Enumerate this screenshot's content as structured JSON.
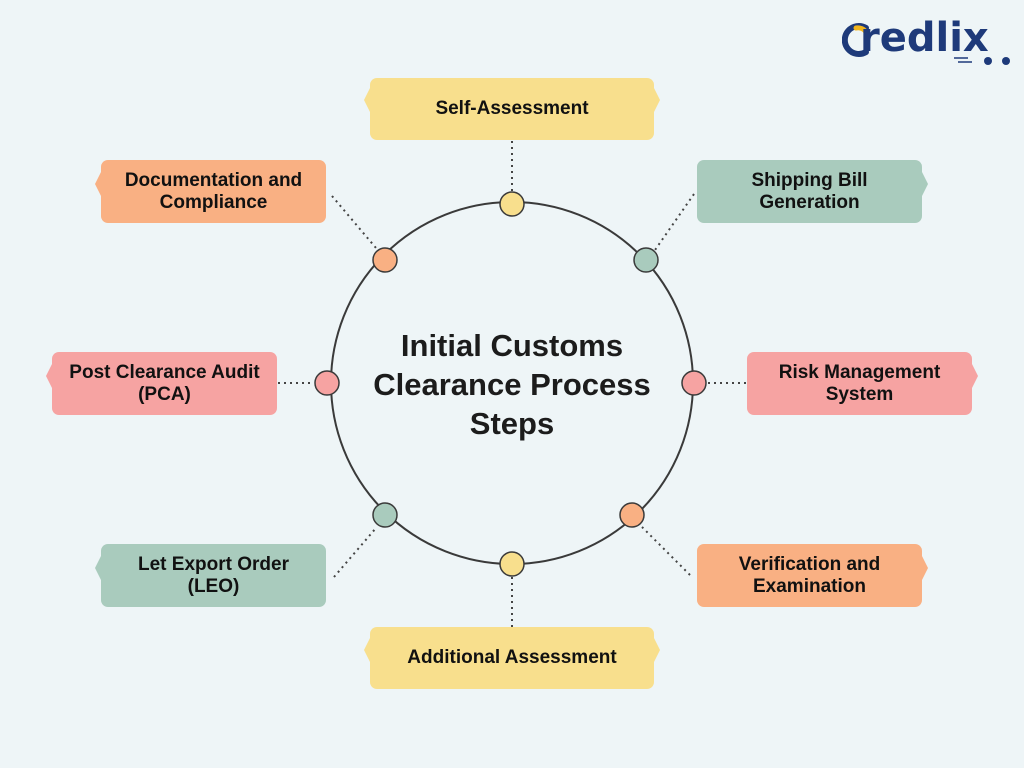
{
  "title": {
    "lines": [
      "Initial Customs",
      "Clearance Process",
      "Steps"
    ]
  },
  "logo": {
    "text": "redlix",
    "brand_color": "#1e3a7a",
    "accent_color": "#f2b51c"
  },
  "colors": {
    "yellow": "#f8df8d",
    "orange": "#f9b083",
    "green": "#a9cbbd",
    "pink": "#f6a3a2",
    "circle_stroke": "#3a3a3a",
    "background": "#eef5f7"
  },
  "steps": [
    {
      "lines": [
        "Self-Assessment"
      ],
      "color": "yellow"
    },
    {
      "lines": [
        "Shipping Bill",
        "Generation"
      ],
      "color": "green"
    },
    {
      "lines": [
        "Risk Management",
        "System"
      ],
      "color": "pink"
    },
    {
      "lines": [
        "Verification and",
        "Examination"
      ],
      "color": "orange"
    },
    {
      "lines": [
        "Additional Assessment"
      ],
      "color": "yellow"
    },
    {
      "lines": [
        "Let Export Order",
        "(LEO)"
      ],
      "color": "green"
    },
    {
      "lines": [
        "Post Clearance Audit",
        "(PCA)"
      ],
      "color": "pink"
    },
    {
      "lines": [
        "Documentation and",
        "Compliance"
      ],
      "color": "orange"
    }
  ]
}
